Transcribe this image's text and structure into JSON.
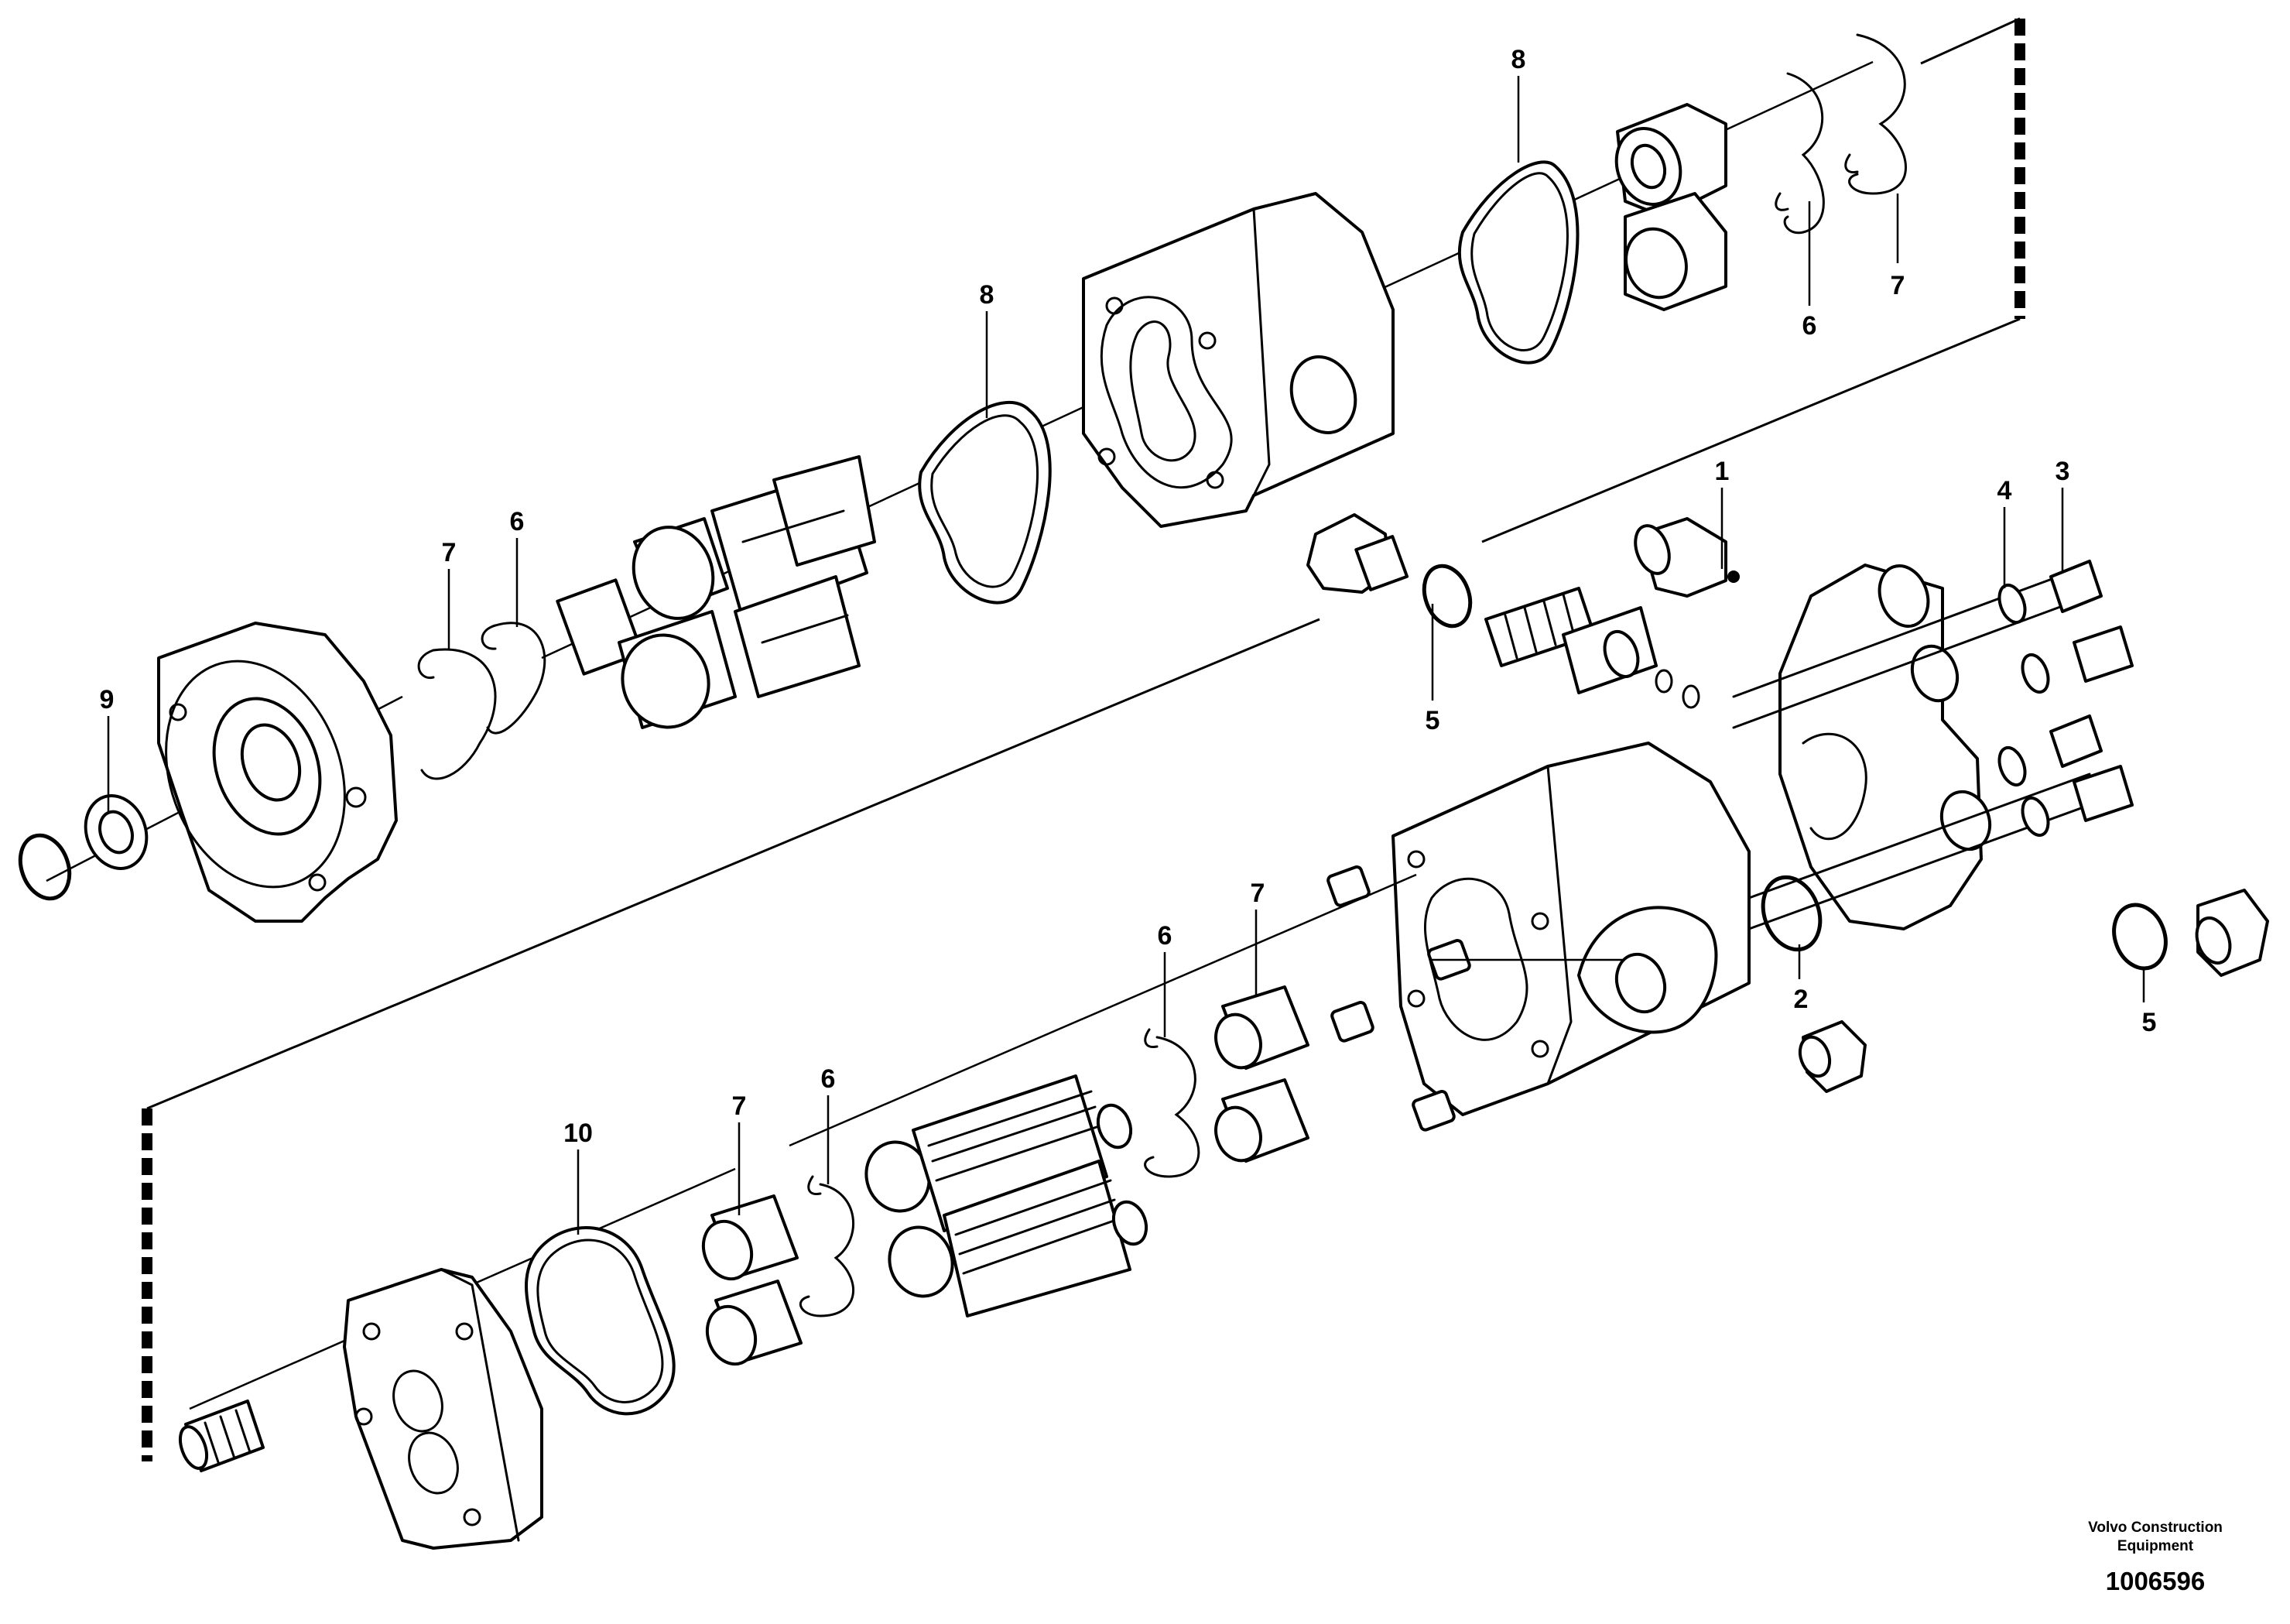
{
  "callouts": {
    "c1": "1",
    "c2": "2",
    "c3": "3",
    "c4": "4",
    "c5a": "5",
    "c5b": "5",
    "c6a": "6",
    "c6b": "6",
    "c6c": "6",
    "c6d": "6",
    "c7a": "7",
    "c7b": "7",
    "c7c": "7",
    "c7d": "7",
    "c8a": "8",
    "c8b": "8",
    "c9": "9",
    "c10": "10"
  },
  "footer": {
    "brand_line1": "Volvo Construction",
    "brand_line2": "Equipment",
    "document_number": "1006596"
  }
}
